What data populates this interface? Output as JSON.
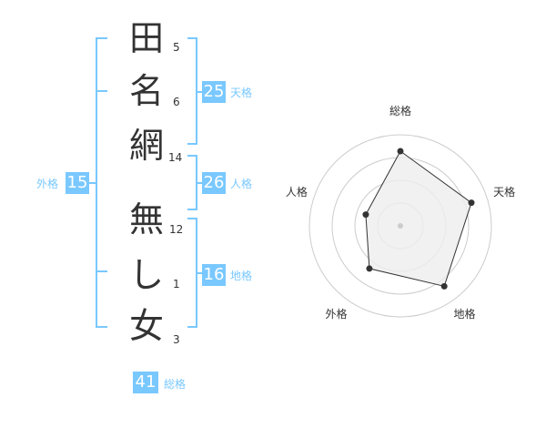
{
  "name": {
    "characters": [
      {
        "char": "田",
        "strokes": "5"
      },
      {
        "char": "名",
        "strokes": "6"
      },
      {
        "char": "網",
        "strokes": "14"
      },
      {
        "char": "無",
        "strokes": "12"
      },
      {
        "char": "し",
        "strokes": "1"
      },
      {
        "char": "女",
        "strokes": "3"
      }
    ]
  },
  "scores": {
    "tenkaku": {
      "value": "25",
      "label": "天格"
    },
    "jinkaku": {
      "value": "26",
      "label": "人格"
    },
    "chikaku": {
      "value": "16",
      "label": "地格"
    },
    "gaikaku": {
      "value": "15",
      "label": "外格"
    },
    "soukaku": {
      "value": "41",
      "label": "総格"
    }
  },
  "radar": {
    "axes": [
      "総格",
      "天格",
      "地格",
      "外格",
      "人格"
    ],
    "values": [
      0.82,
      0.82,
      0.82,
      0.58,
      0.4
    ]
  },
  "colors": {
    "accent": "#79c8ff",
    "text": "#333333",
    "grid": "#cccccc",
    "fill": "#eeeeee"
  }
}
